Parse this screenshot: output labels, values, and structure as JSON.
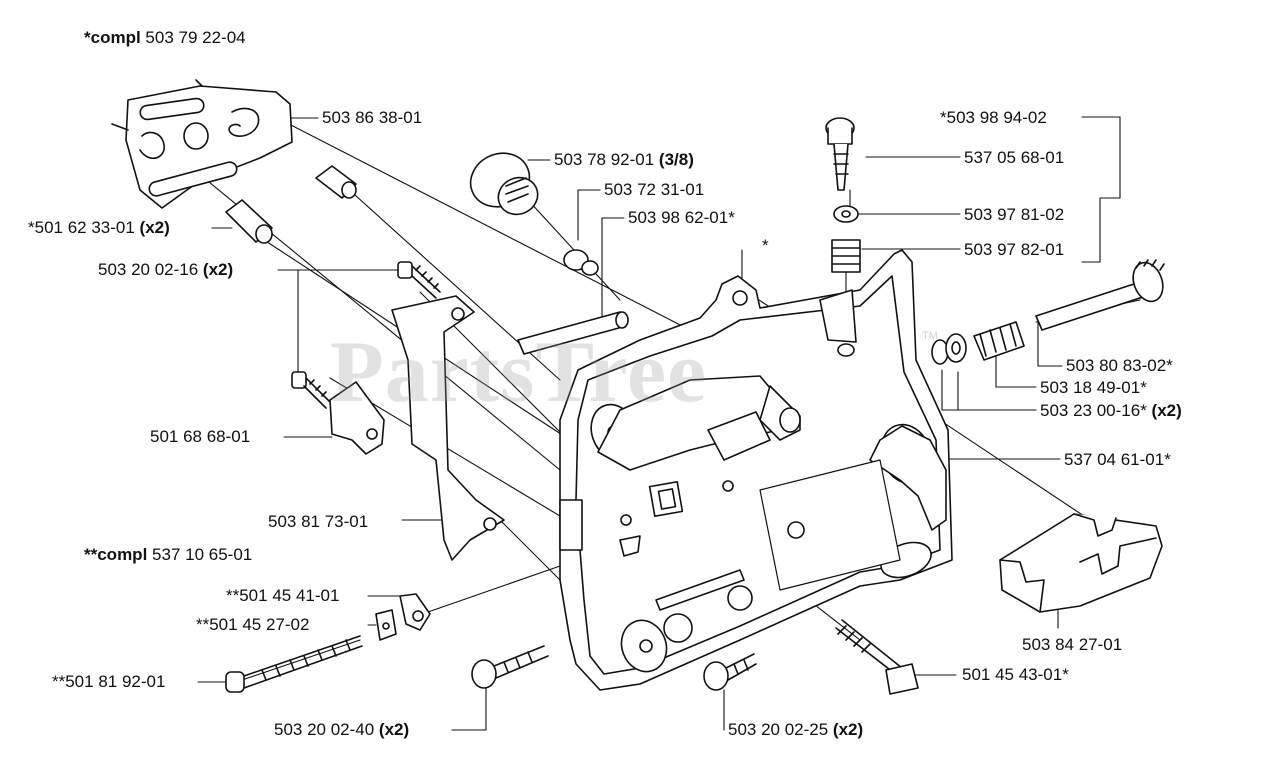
{
  "watermark": "PartsTree",
  "watermark_tm": "TM",
  "headers": {
    "compl1": {
      "bold": "*compl",
      "text": "503 79 22-04"
    },
    "compl2": {
      "bold": "**compl",
      "text": "537 10 65-01"
    }
  },
  "parts": [
    {
      "id": "p1",
      "text": "503 86 38-01",
      "suffix": ""
    },
    {
      "id": "p2",
      "text": "*501 62 33-01 ",
      "suffix": "(x2)"
    },
    {
      "id": "p3",
      "text": "503 20 02-16 ",
      "suffix": "(x2)"
    },
    {
      "id": "p4",
      "text": "501 68 68-01",
      "suffix": ""
    },
    {
      "id": "p5",
      "text": "503 81 73-01",
      "suffix": ""
    },
    {
      "id": "p6",
      "text": "**501 45 41-01",
      "suffix": ""
    },
    {
      "id": "p7",
      "text": "**501 45 27-02",
      "suffix": ""
    },
    {
      "id": "p8",
      "text": "**501 81 92-01",
      "suffix": ""
    },
    {
      "id": "p9",
      "text": "503 20 02-40 ",
      "suffix": "(x2)"
    },
    {
      "id": "p10",
      "text": "503 20 02-25 ",
      "suffix": "(x2)"
    },
    {
      "id": "p11",
      "text": "501 45 43-01*",
      "suffix": ""
    },
    {
      "id": "p12",
      "text": "503 84 27-01",
      "suffix": ""
    },
    {
      "id": "p13",
      "text": "537 04 61-01*",
      "suffix": ""
    },
    {
      "id": "p14",
      "text": "503 23 00-16* ",
      "suffix": "(x2)"
    },
    {
      "id": "p15",
      "text": "503 18 49-01*",
      "suffix": ""
    },
    {
      "id": "p16",
      "text": "503 80 83-02*",
      "suffix": ""
    },
    {
      "id": "p17",
      "text": "503 97 82-01",
      "suffix": ""
    },
    {
      "id": "p18",
      "text": "503 97 81-02",
      "suffix": ""
    },
    {
      "id": "p19",
      "text": "537 05 68-01",
      "suffix": ""
    },
    {
      "id": "p20",
      "text": "*503 98 94-02",
      "suffix": ""
    },
    {
      "id": "p21",
      "text": "503 78 92-01 ",
      "suffix": "(3/8)"
    },
    {
      "id": "p22",
      "text": "503 72 31-01",
      "suffix": ""
    },
    {
      "id": "p23",
      "text": "503 98 62-01*",
      "suffix": ""
    },
    {
      "id": "p24",
      "text": "*",
      "suffix": ""
    }
  ]
}
